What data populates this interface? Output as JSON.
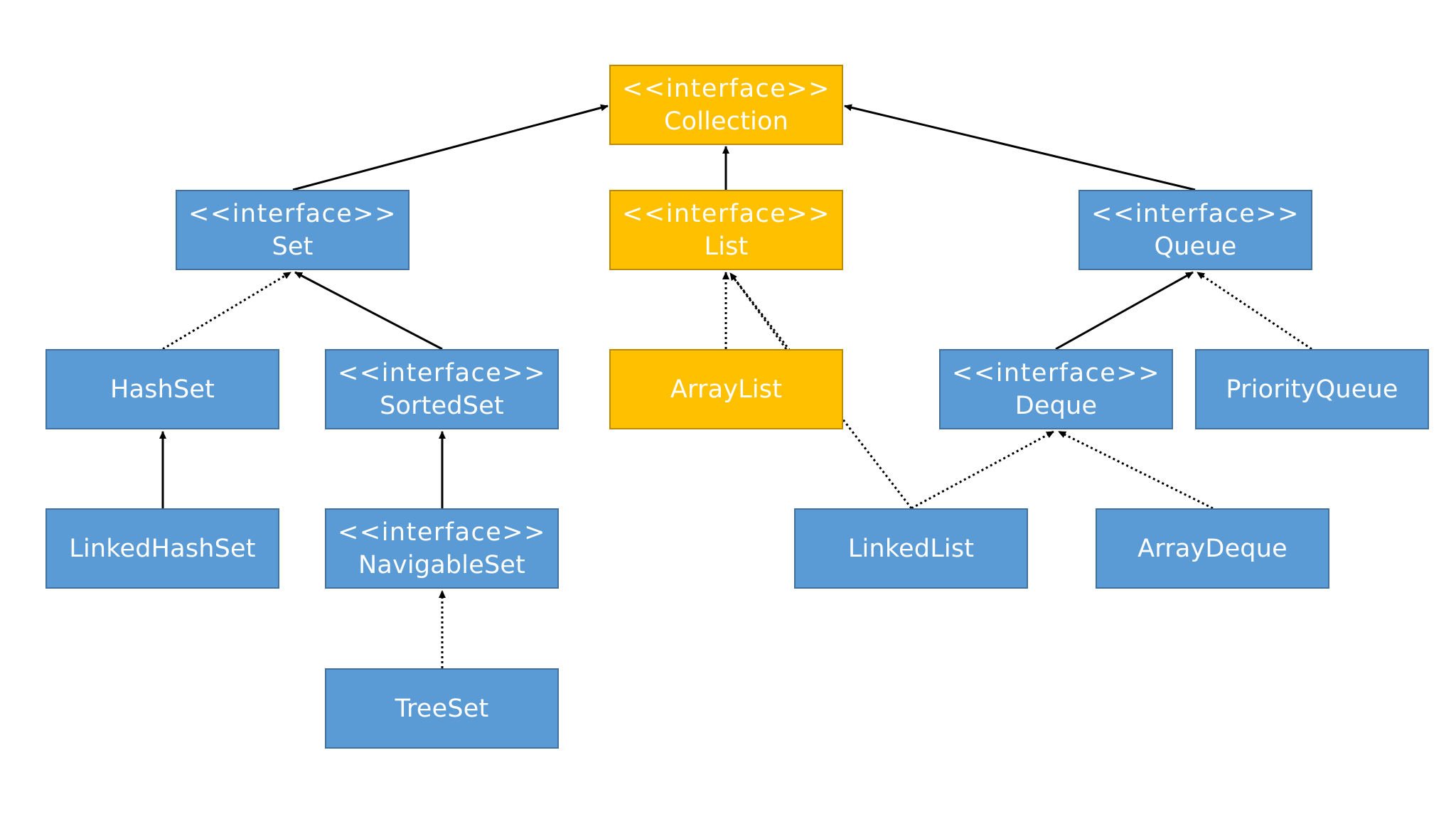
{
  "colors": {
    "interface_blue": "#5b9bd5",
    "interface_blue_border": "#41719c",
    "highlight_gold": "#ffc000",
    "highlight_gold_border": "#bc8c00",
    "edge": "#000000",
    "text": "#ffffff"
  },
  "nodes": {
    "collection": {
      "stereotype": "<<interface>>",
      "label": "Collection"
    },
    "set": {
      "stereotype": "<<interface>>",
      "label": "Set"
    },
    "list": {
      "stereotype": "<<interface>>",
      "label": "List"
    },
    "queue": {
      "stereotype": "<<interface>>",
      "label": "Queue"
    },
    "hashset": {
      "label": "HashSet"
    },
    "sortedset": {
      "stereotype": "<<interface>>",
      "label": "SortedSet"
    },
    "arraylist": {
      "label": "ArrayList"
    },
    "deque": {
      "stereotype": "<<interface>>",
      "label": "Deque"
    },
    "priorityqueue": {
      "label": "PriorityQueue"
    },
    "linkedhashset": {
      "label": "LinkedHashSet"
    },
    "navigableset": {
      "stereotype": "<<interface>>",
      "label": "NavigableSet"
    },
    "linkedlist": {
      "label": "LinkedList"
    },
    "arraydeque": {
      "label": "ArrayDeque"
    },
    "treeset": {
      "label": "TreeSet"
    }
  },
  "edges": [
    {
      "from": "set",
      "to": "collection",
      "style": "solid"
    },
    {
      "from": "list",
      "to": "collection",
      "style": "solid"
    },
    {
      "from": "queue",
      "to": "collection",
      "style": "solid"
    },
    {
      "from": "hashset",
      "to": "set",
      "style": "dotted"
    },
    {
      "from": "sortedset",
      "to": "set",
      "style": "solid"
    },
    {
      "from": "linkedhashset",
      "to": "hashset",
      "style": "solid"
    },
    {
      "from": "navigableset",
      "to": "sortedset",
      "style": "solid"
    },
    {
      "from": "treeset",
      "to": "navigableset",
      "style": "dotted"
    },
    {
      "from": "arraylist",
      "to": "list",
      "style": "dotted"
    },
    {
      "from": "arraylist",
      "to": "list",
      "style": "dotted"
    },
    {
      "from": "linkedlist",
      "to": "list",
      "style": "dotted"
    },
    {
      "from": "deque",
      "to": "queue",
      "style": "solid"
    },
    {
      "from": "priorityqueue",
      "to": "queue",
      "style": "dotted"
    },
    {
      "from": "linkedlist",
      "to": "deque",
      "style": "dotted"
    },
    {
      "from": "arraydeque",
      "to": "deque",
      "style": "dotted"
    }
  ]
}
